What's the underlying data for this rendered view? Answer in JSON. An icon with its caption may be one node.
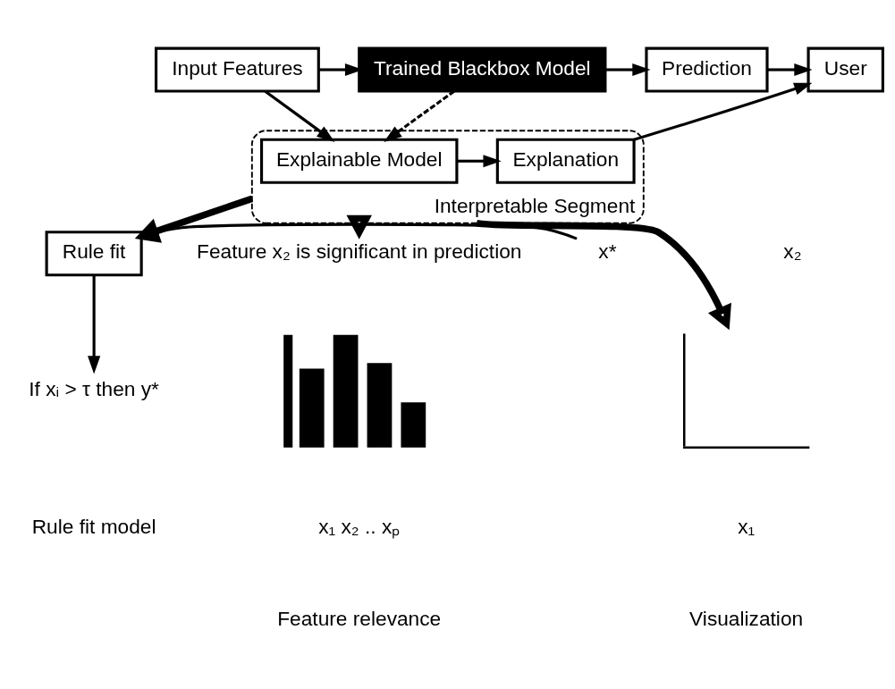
{
  "diagram": {
    "nodes": [
      {
        "text": [
          "Input Features"
        ]
      },
      {
        "text": [
          "Trained Blackbox Model"
        ]
      },
      {
        "text": [
          "Prediction"
        ]
      },
      {
        "text": [
          "User"
        ]
      },
      {
        "text": [
          "Interpretable Segment"
        ]
      },
      {
        "text": [
          "Explainable Model"
        ],
        "in": 4
      },
      {
        "text": [
          "Explanation"
        ],
        "in": 4
      },
      {
        "text": [
          "Feature x₂ is significant in prediction"
        ]
      },
      {
        "text": [],
        "shape": "picture"
      },
      {
        "text": [
          "x*"
        ]
      },
      {
        "text": [
          "Rule fit"
        ]
      },
      {
        "text": [
          "If xᵢ > τ then y*"
        ]
      },
      {
        "text": [],
        "shape": "picture"
      }
    ],
    "edges": [
      {
        "from": 0,
        "to": 1,
        "arrow": "to"
      },
      {
        "from": 0,
        "to": 5,
        "arrow": "to"
      },
      {
        "from": 1,
        "to": 2,
        "arrow": "to"
      },
      {
        "from": 2,
        "to": 3,
        "arrow": "to"
      },
      {
        "from": 1,
        "to": 5,
        "arrow": "to",
        "style": "dashed"
      },
      {
        "from": 5,
        "to": 6,
        "arrow": "to"
      },
      {
        "from": 6,
        "to": 3,
        "arrow": "to"
      },
      {
        "from": 4,
        "to": 7,
        "arrow": "to",
        "style": "thick"
      },
      {
        "from": 4,
        "to": 10,
        "arrow": "to",
        "style": "thick"
      },
      {
        "from": 4,
        "to": 12,
        "arrow": "to",
        "style": "thick"
      },
      {
        "from": 9,
        "to": 10,
        "arrow": "to"
      },
      {
        "from": 10,
        "to": 11,
        "arrow": "to"
      }
    ],
    "labels": [
      "x₂",
      "x₁ x₂ .. xₚ",
      "x₁",
      "Feature relevance",
      "Rule fit model",
      "Visualization"
    ]
  }
}
